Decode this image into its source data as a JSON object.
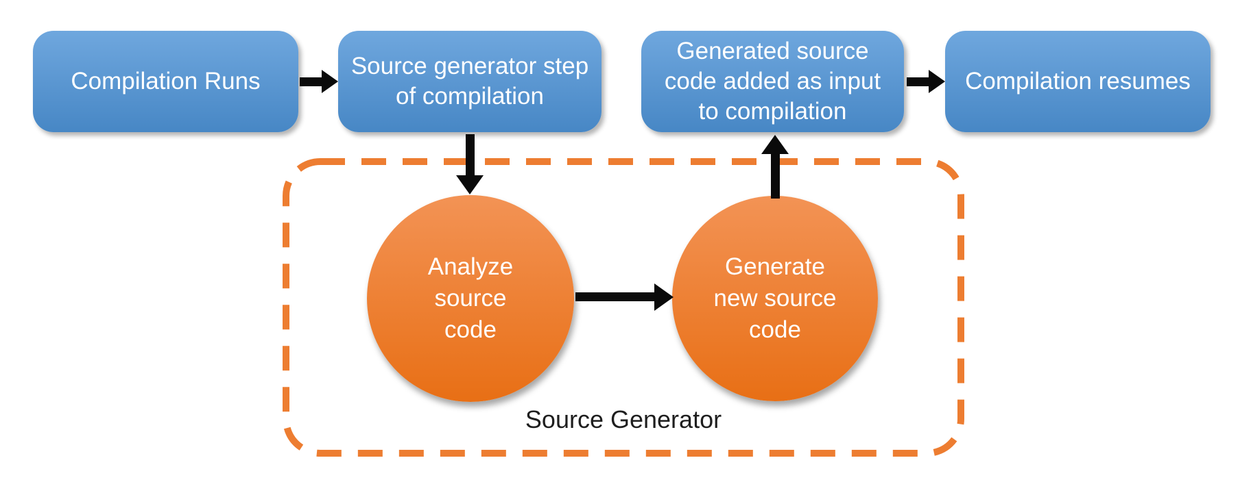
{
  "diagram": {
    "boxes": [
      {
        "label": "Compilation Runs"
      },
      {
        "label": "Source generator step\nof compilation"
      },
      {
        "label": "Generated source\ncode added as input\nto compilation"
      },
      {
        "label": "Compilation resumes"
      }
    ],
    "circles": [
      {
        "label": "Analyze\nsource\ncode"
      },
      {
        "label": "Generate\nnew source\ncode"
      }
    ],
    "container_label": "Source Generator",
    "colors": {
      "box_top": "#6FA7DE",
      "box_bottom": "#4787C5",
      "circle_top": "#F39355",
      "circle_bottom": "#E86F15",
      "dash": "#ED7D31",
      "arrow": "#0A0A0A",
      "box_text": "#FFFFFF",
      "label_text": "#1E1E1E",
      "background": "#FFFFFF"
    }
  }
}
